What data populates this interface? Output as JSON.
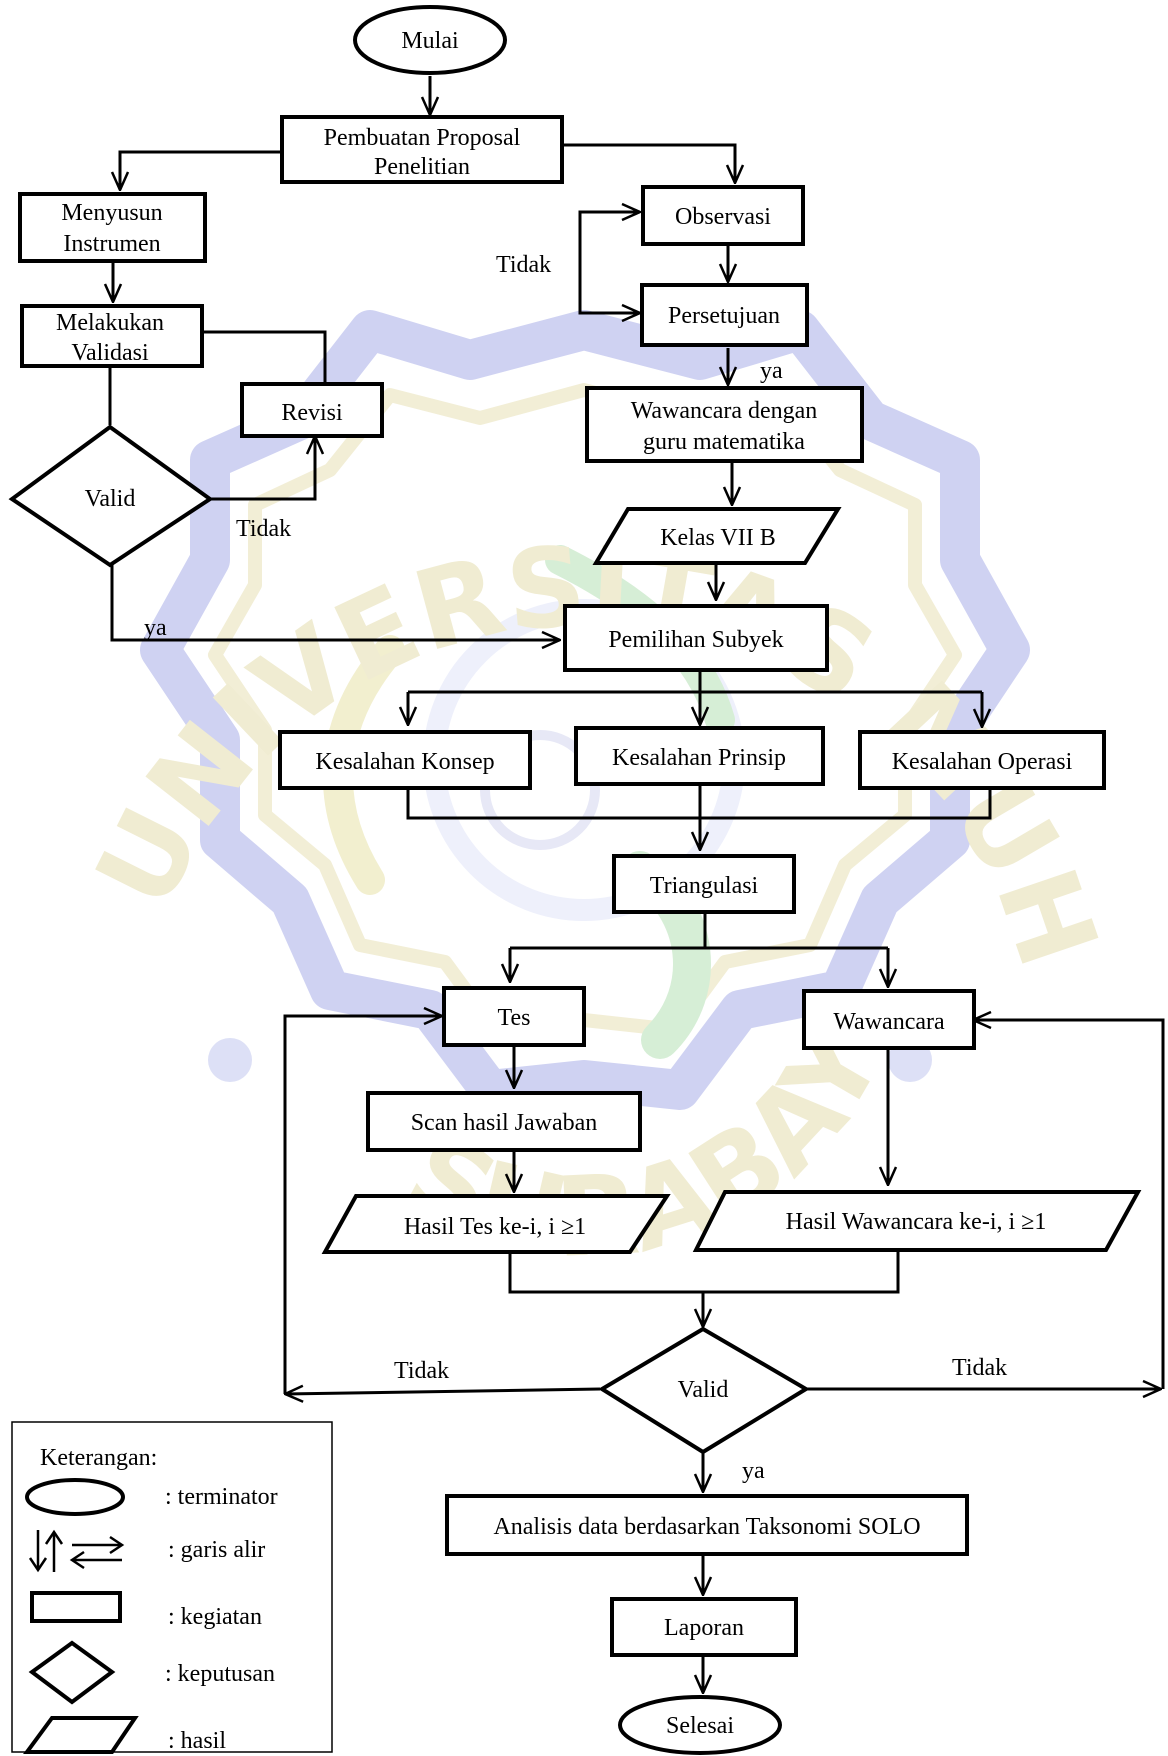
{
  "watermark": {
    "text": "UNIVERSITAS MUHAMMADIYAH",
    "city": "SURABAYA",
    "color_ring": "#c9cdf0",
    "color_text": "#f3efd2",
    "color_accent": "#d8efd6"
  },
  "nodes": {
    "mulai": "Mulai",
    "proposal_1": "Pembuatan Proposal",
    "proposal_2": "Penelitian",
    "instrumen_1": "Menyusun",
    "instrumen_2": "Instrumen",
    "validasi_1": "Melakukan",
    "validasi_2": "Validasi",
    "revisi": "Revisi",
    "valid_top": "Valid",
    "observasi": "Observasi",
    "persetujuan": "Persetujuan",
    "wawancara_guru_1": "Wawancara  dengan",
    "wawancara_guru_2": "guru matematika",
    "kelas": "Kelas VII B",
    "subyek": "Pemilihan Subyek",
    "konsep": "Kesalahan Konsep",
    "prinsip": "Kesalahan Prinsip",
    "operasi": "Kesalahan Operasi",
    "triangulasi": "Triangulasi",
    "tes": "Tes",
    "wawancara": "Wawancara",
    "scan": "Scan hasil Jawaban",
    "hasil_tes": "Hasil Tes ke-i, i ≥1",
    "hasil_wawancara": "Hasil Wawancara ke-i, i ≥1",
    "valid_bottom": "Valid",
    "analisis": "Analisis data berdasarkan Taksonomi SOLO",
    "laporan": "Laporan",
    "selesai": "Selesai"
  },
  "edge_labels": {
    "tidak_observasi": "Tidak",
    "ya_persetujuan": "ya",
    "tidak_valid_top": "Tidak",
    "ya_valid_top": "ya",
    "tidak_left": "Tidak",
    "tidak_right": "Tidak",
    "ya_bottom": "ya"
  },
  "legend": {
    "title": "Keterangan:",
    "items": [
      {
        "shape": "ellipse",
        "label": ": terminator"
      },
      {
        "shape": "arrows",
        "label": ": garis alir"
      },
      {
        "shape": "rect",
        "label": ": kegiatan"
      },
      {
        "shape": "diamond",
        "label": ": keputusan"
      },
      {
        "shape": "parallelogram",
        "label": ": hasil"
      }
    ]
  }
}
